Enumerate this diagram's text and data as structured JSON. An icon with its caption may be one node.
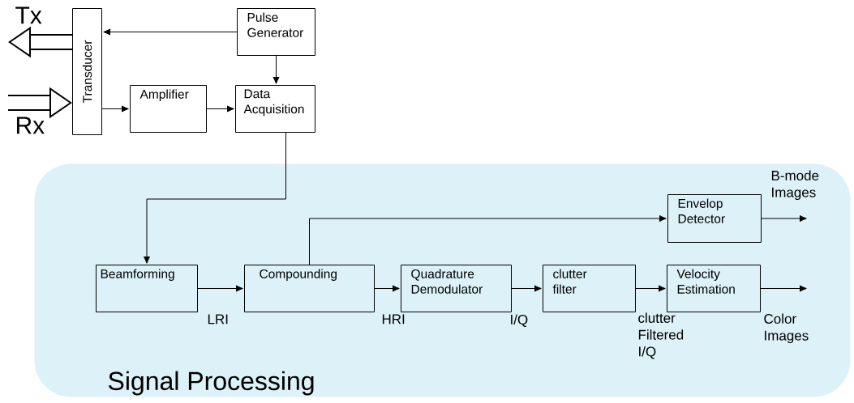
{
  "diagram": {
    "nodes": [
      {
        "text": [
          "Transducer"
        ]
      },
      {
        "text": [
          "Pulse Generator"
        ]
      },
      {
        "text": [
          "Amplifier"
        ]
      },
      {
        "text": [
          "Data Acquisition"
        ]
      },
      {
        "text": [
          "Signal Processing"
        ]
      },
      {
        "text": [
          "Beamforming"
        ],
        "in": 4
      },
      {
        "text": [
          "Compounding"
        ],
        "in": 4
      },
      {
        "text": [
          "Envelop Detector"
        ],
        "in": 4
      },
      {
        "text": [
          "Quadrature Demodulator"
        ],
        "in": 4
      },
      {
        "text": [
          "clutter filter"
        ],
        "in": 4
      },
      {
        "text": [
          "Velocity Estimation"
        ],
        "in": 4
      }
    ],
    "edges": [
      {
        "from": 1,
        "to": 0,
        "arrow": "to"
      },
      {
        "from": 1,
        "to": 3,
        "arrow": "to"
      },
      {
        "from": 0,
        "to": 2,
        "arrow": "to"
      },
      {
        "from": 2,
        "to": 3,
        "arrow": "to"
      },
      {
        "from": 3,
        "to": 5,
        "arrow": "to"
      },
      {
        "from": 5,
        "to": 6,
        "arrow": "to",
        "label": "LRI"
      },
      {
        "from": 6,
        "to": 7,
        "arrow": "to"
      },
      {
        "from": 6,
        "to": 8,
        "arrow": "to",
        "label": "HRI"
      },
      {
        "from": 8,
        "to": 9,
        "arrow": "to",
        "label": "I/Q"
      },
      {
        "from": 9,
        "to": 10,
        "arrow": "to",
        "label": "clutter Filtered I/Q"
      },
      {
        "from": 7,
        "to": null,
        "arrow": "to",
        "label": "B-mode Images"
      },
      {
        "from": 10,
        "to": null,
        "arrow": "to",
        "label": "Color Images"
      },
      {
        "from": 0,
        "to": null,
        "arrow": "to",
        "label": "Tx",
        "style": "thick"
      },
      {
        "from": null,
        "to": 0,
        "arrow": "to",
        "label": "Rx",
        "style": "thick"
      }
    ]
  }
}
